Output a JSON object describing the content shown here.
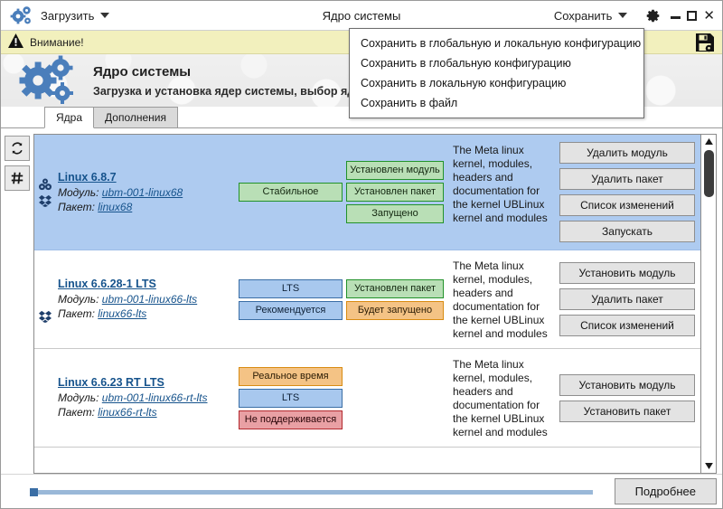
{
  "titlebar": {
    "logo_icon": "gears-icon",
    "load_menu_label": "Загрузить",
    "title": "Ядро системы",
    "save_menu_label": "Сохранить",
    "settings_icon": "gear-icon",
    "minimize_icon": "minimize-icon",
    "maximize_icon": "maximize-icon",
    "close_icon": "close-icon",
    "close_glyph": "✕"
  },
  "dropdown": {
    "items": [
      "Сохранить в глобальную и локальную конфигурацию",
      "Сохранить в глобальную конфигурацию",
      "Сохранить в локальную конфигурацию",
      "Сохранить в файл"
    ]
  },
  "warning": {
    "icon": "warning-triangle-icon",
    "text": "Внимание!",
    "save_icon": "floppy-save-icon",
    "bg_color": "#f2f0bd"
  },
  "hero": {
    "icon": "gears-icon",
    "title": "Ядро системы",
    "subtitle": "Загрузка и установка ядер системы, выбор ядра для загрузки по умолчанию"
  },
  "tabs": [
    {
      "label": "Ядра",
      "active": true
    },
    {
      "label": "Дополнения",
      "active": false
    }
  ],
  "toolbar": {
    "buttons": [
      {
        "name": "refresh-button",
        "icon": "refresh-icon"
      },
      {
        "name": "hash-button",
        "icon": "hash-icon"
      }
    ]
  },
  "kernels": [
    {
      "selected": true,
      "name": "Linux 6.8.7",
      "module_label": "Модуль:",
      "module_value": "ubm-001-linux68",
      "package_label": "Пакет:",
      "package_value": "linux68",
      "module_icon": "module-icon",
      "package_icon": "package-icon",
      "badges_left": [
        {
          "text": "Стабильное",
          "color": "green"
        }
      ],
      "badges_right": [
        {
          "text": "Установлен модуль",
          "color": "green"
        },
        {
          "text": "Установлен пакет",
          "color": "green"
        },
        {
          "text": "Запущено",
          "color": "green"
        }
      ],
      "description": "The Meta linux kernel, modules, headers and documentation for the kernel UBLinux kernel and modules",
      "actions": [
        "Удалить модуль",
        "Удалить пакет",
        "Список изменений",
        "Запускать"
      ]
    },
    {
      "selected": false,
      "name": "Linux 6.6.28-1 LTS",
      "module_label": "Модуль:",
      "module_value": "ubm-001-linux66-lts",
      "package_label": "Пакет:",
      "package_value": "linux66-lts",
      "module_icon": null,
      "package_icon": "package-icon",
      "badges_left": [
        {
          "text": "LTS",
          "color": "blue"
        },
        {
          "text": "Рекомендуется",
          "color": "blue"
        }
      ],
      "badges_right": [
        {
          "text": "Установлен пакет",
          "color": "green"
        },
        {
          "text": "Будет запущено",
          "color": "orange"
        }
      ],
      "description": "The Meta linux kernel, modules, headers and documentation for the kernel UBLinux kernel and modules",
      "actions": [
        "Установить модуль",
        "Удалить пакет",
        "Список изменений"
      ]
    },
    {
      "selected": false,
      "name": "Linux 6.6.23 RT LTS",
      "module_label": "Модуль:",
      "module_value": "ubm-001-linux66-rt-lts",
      "package_label": "Пакет:",
      "package_value": "linux66-rt-lts",
      "module_icon": null,
      "package_icon": null,
      "badges_left": [
        {
          "text": "Реальное время",
          "color": "orange"
        },
        {
          "text": "LTS",
          "color": "blue"
        },
        {
          "text": "Не поддерживается",
          "color": "red"
        }
      ],
      "badges_right": [],
      "description": "The Meta linux kernel, modules, headers and documentation for the kernel UBLinux kernel and modules",
      "actions": [
        "Установить модуль",
        "Установить пакет"
      ]
    }
  ],
  "scrollbar": {
    "up_icon": "scroll-up-arrow-icon",
    "down_icon": "scroll-down-arrow-icon"
  },
  "bottom": {
    "progress_percent": 97,
    "details_label": "Подробнее"
  },
  "colors": {
    "accent": "#3a6ea5",
    "selection": "#aecbf0",
    "warning_bg": "#f2f0bd"
  }
}
